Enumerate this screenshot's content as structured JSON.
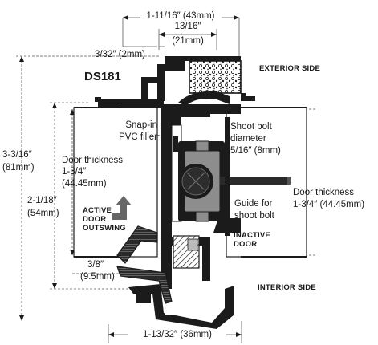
{
  "model": "DS181",
  "sides": {
    "exterior": "EXTERIOR SIDE",
    "interior": "INTERIOR SIDE"
  },
  "dimensions": {
    "top_overall": "1-11/16″ (43mm)",
    "top_inner_line1": "13/16″",
    "top_inner_line2": "(21mm)",
    "gap_top": "3/32″ (2mm)",
    "height_overall_line1": "3-3/16″",
    "height_overall_line2": "(81mm)",
    "height_mid_line1": "2-1/18″",
    "height_mid_line2": "(54mm)",
    "gap_bottom_line1": "3/8″",
    "gap_bottom_line2": "(9.5mm)",
    "bottom_width": "1-13/32″ (36mm)"
  },
  "labels": {
    "filler_line1": "Snap-in",
    "filler_line2": "PVC filler",
    "door_thickness_left_1": "Door thickness",
    "door_thickness_left_2": "1-3/4″",
    "door_thickness_left_3": "(44.45mm)",
    "shoot_bolt_1": "Shoot bolt",
    "shoot_bolt_2": "diameter",
    "shoot_bolt_3": "5/16″ (8mm)",
    "door_thickness_right_1": "Door thickness",
    "door_thickness_right_2": "1-3/4″ (44.45mm)",
    "guide_1": "Guide for",
    "guide_2": "shoot bolt",
    "active_door_1": "ACTIVE",
    "active_door_2": "DOOR",
    "active_door_3": "OUTSWING",
    "inactive_door_1": "INACTIVE",
    "inactive_door_2": "DOOR"
  },
  "colors": {
    "profile": "#1b1b1b",
    "dimension_line": "#5a5a5a",
    "background": "#ffffff"
  }
}
